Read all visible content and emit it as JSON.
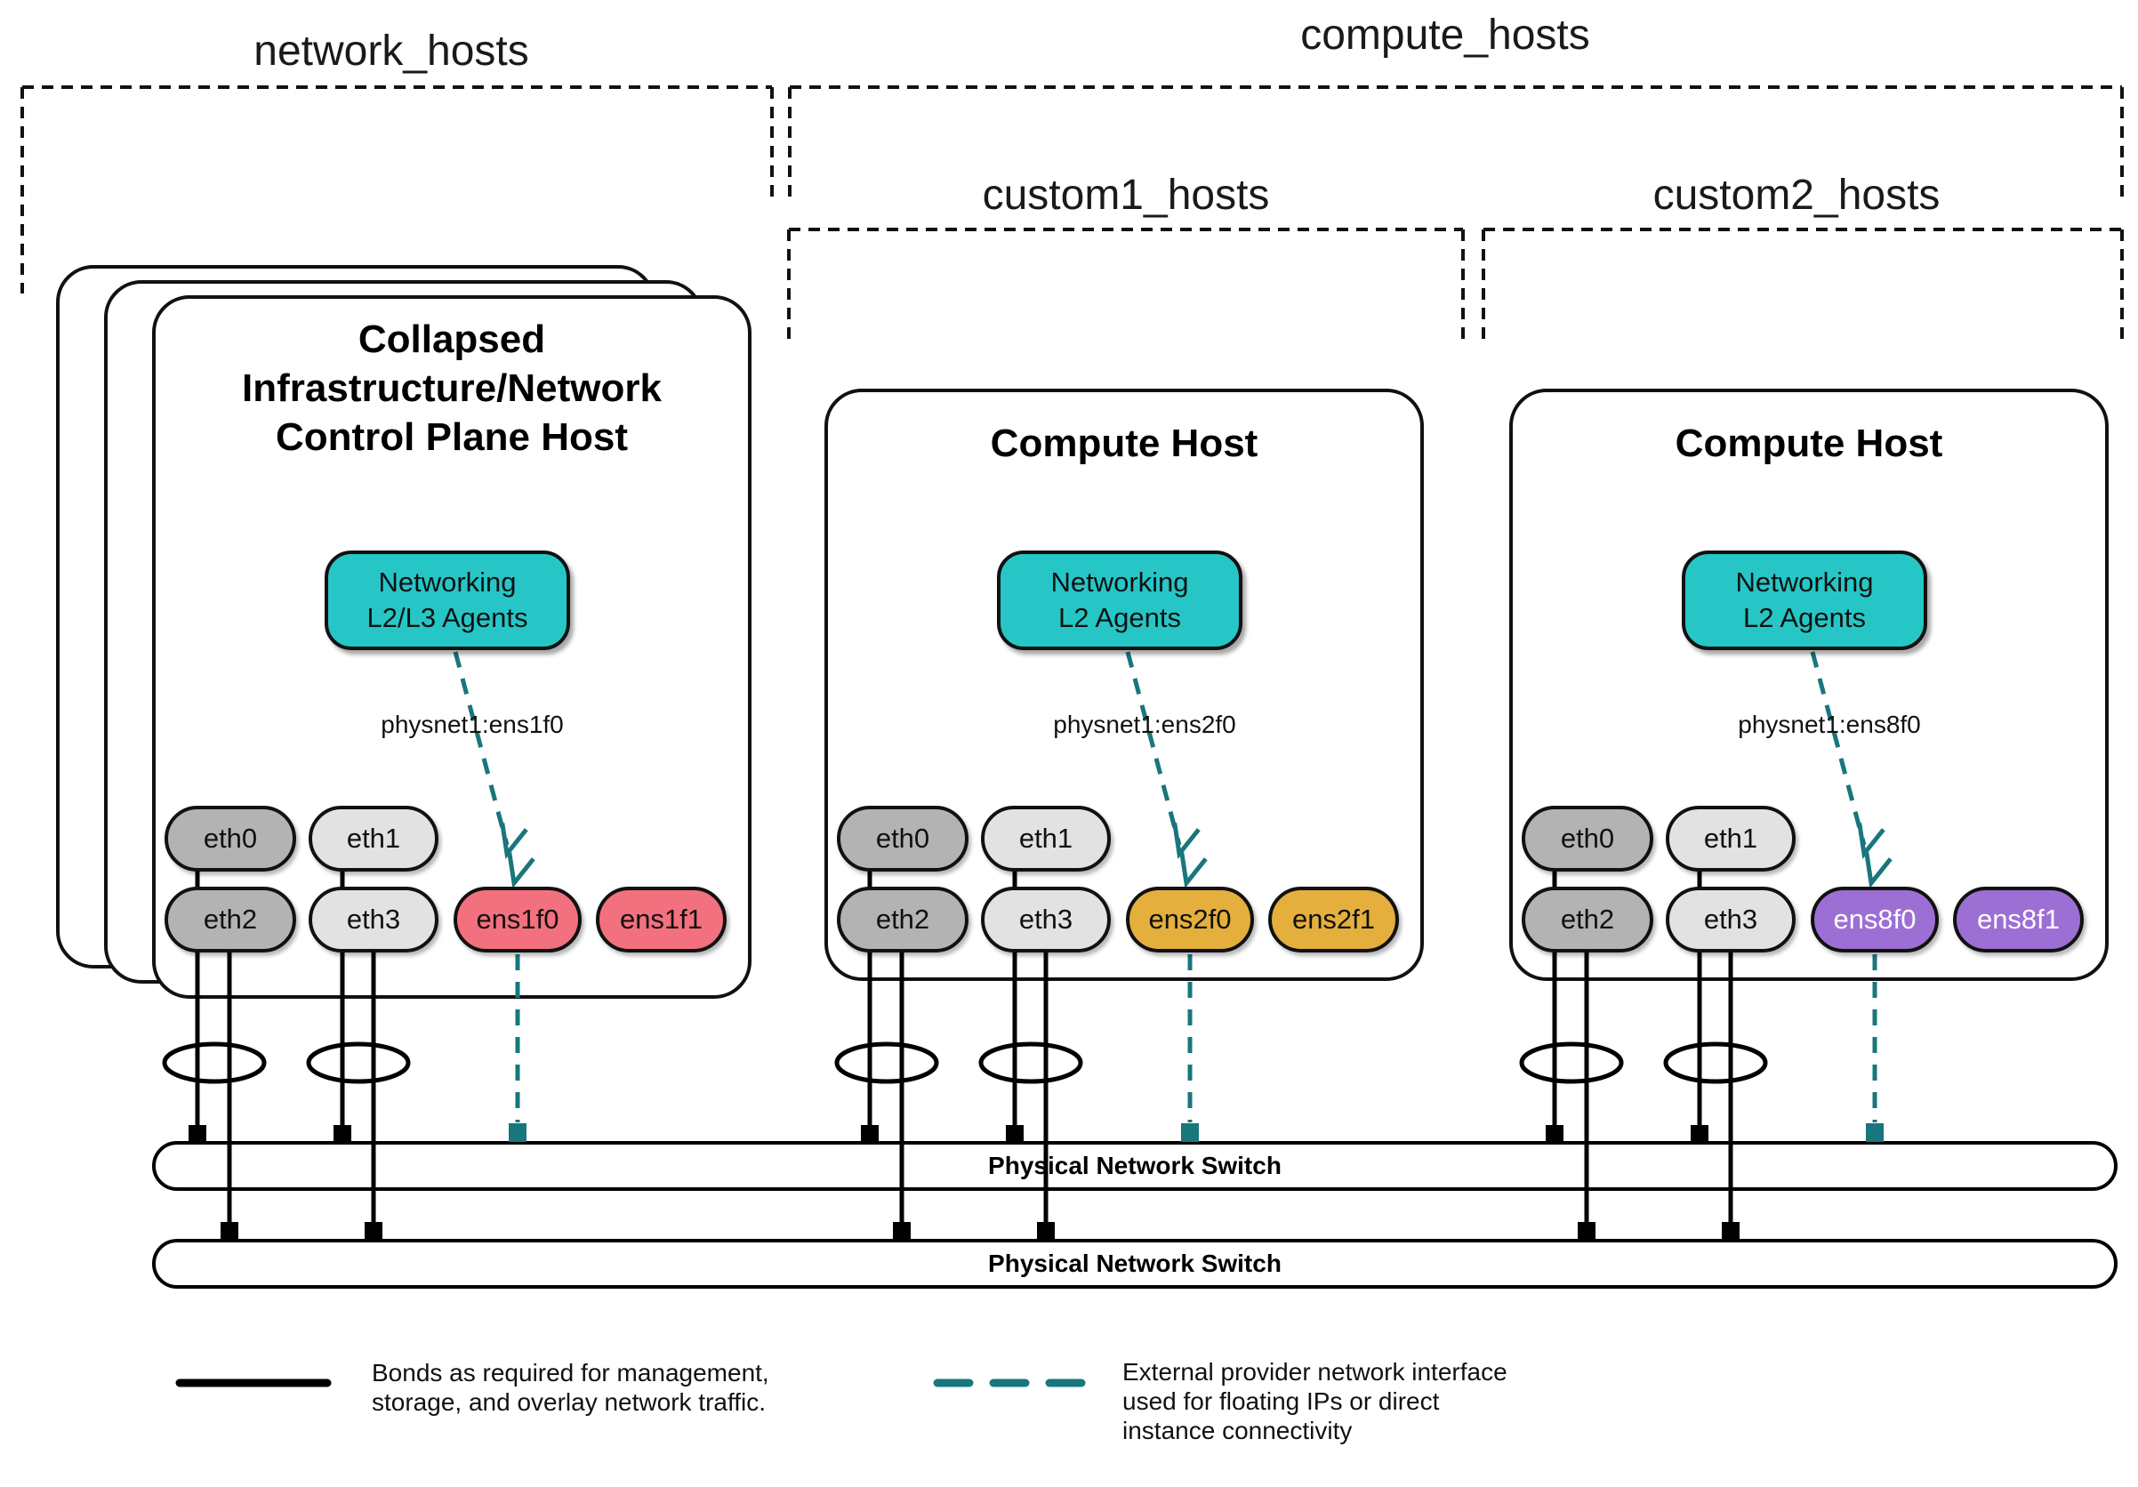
{
  "groups": {
    "network": "network_hosts",
    "compute": "compute_hosts",
    "custom1": "custom1_hosts",
    "custom2": "custom2_hosts"
  },
  "hosts": [
    {
      "title": "Collapsed\nInfrastructure/Network\nControl Plane Host",
      "agent": "Networking\nL2/L3 Agents",
      "physnet": "physnet1:ens1f0",
      "nics": {
        "n0": "eth0",
        "n1": "eth1",
        "n2": "eth2",
        "n3": "eth3",
        "f0": "ens1f0",
        "f1": "ens1f1"
      }
    },
    {
      "title": "Compute Host",
      "agent": "Networking\nL2 Agents",
      "physnet": "physnet1:ens2f0",
      "nics": {
        "n0": "eth0",
        "n1": "eth1",
        "n2": "eth2",
        "n3": "eth3",
        "f0": "ens2f0",
        "f1": "ens2f1"
      }
    },
    {
      "title": "Compute Host",
      "agent": "Networking\nL2 Agents",
      "physnet": "physnet1:ens8f0",
      "nics": {
        "n0": "eth0",
        "n1": "eth1",
        "n2": "eth2",
        "n3": "eth3",
        "f0": "ens8f0",
        "f1": "ens8f1"
      }
    }
  ],
  "switches": {
    "top": "Physical Network Switch",
    "bottom": "Physical Network Switch"
  },
  "legend": {
    "bond": "Bonds as required for management,\nstorage, and overlay network traffic.",
    "provider": "External provider network interface\nused for floating IPs or direct\ninstance connectivity"
  },
  "colors": {
    "agent_teal": "#26c6c6",
    "provider_teal_line": "#19767c",
    "ens1_pink": "#f3707e",
    "ens2_gold": "#e4af3d",
    "ens8_purple": "#9c6fd4",
    "eth_dark_gray": "#b3b3b3",
    "eth_light_gray": "#e2e2e2",
    "text_dark": "#111111",
    "text_light": "#ffffff"
  }
}
